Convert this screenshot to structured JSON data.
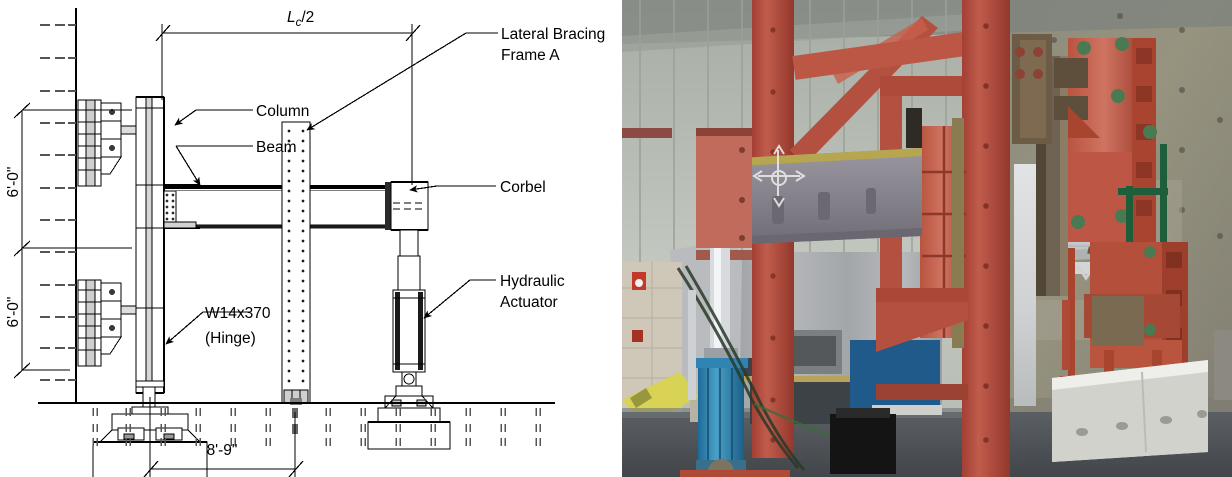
{
  "figure": {
    "kind": "two-panel-figure",
    "left_panel": "engineering-elevation-drawing",
    "right_panel": "laboratory-photograph"
  },
  "drawing": {
    "labels": {
      "lateral_bracing": "Lateral Bracing",
      "lateral_bracing_2": "Frame A",
      "column": "Column",
      "beam": "Beam",
      "corbel": "Corbel",
      "hydraulic": "Hydraulic",
      "hydraulic_2": "Actuator",
      "hinge_section": "W14x370",
      "hinge_note": "(Hinge)"
    },
    "dimensions": {
      "span_italic": "L",
      "span_sub": "c",
      "span_rest": "/2",
      "height_upper": "6'-0\"",
      "height_lower": "6'-0\"",
      "base_width": "8'-9\""
    },
    "colors": {
      "line": "#000000",
      "fill": "#ffffff",
      "shade": "#c9c9c9",
      "shade_light": "#e3e3e3",
      "background": "#ffffff"
    }
  },
  "photograph": {
    "description": "Full-scale steel beam-column test specimen in structural laboratory",
    "colors": {
      "strong_wall": "#8e8b80",
      "reaction_frame_red": "#b5483a",
      "reaction_frame_red_light": "#c4675a",
      "actuator_blue": "#2f84b4",
      "specimen_grey": "#8d8a92",
      "specimen_white": "#d9dadb",
      "floor": "#4e5257",
      "metal_wall": "#b9bfb8",
      "ceiling": "#8f948e",
      "curtain": "#a9abae",
      "green_post": "#1f5e3a",
      "tile_wall": "#cfc8b8"
    }
  }
}
